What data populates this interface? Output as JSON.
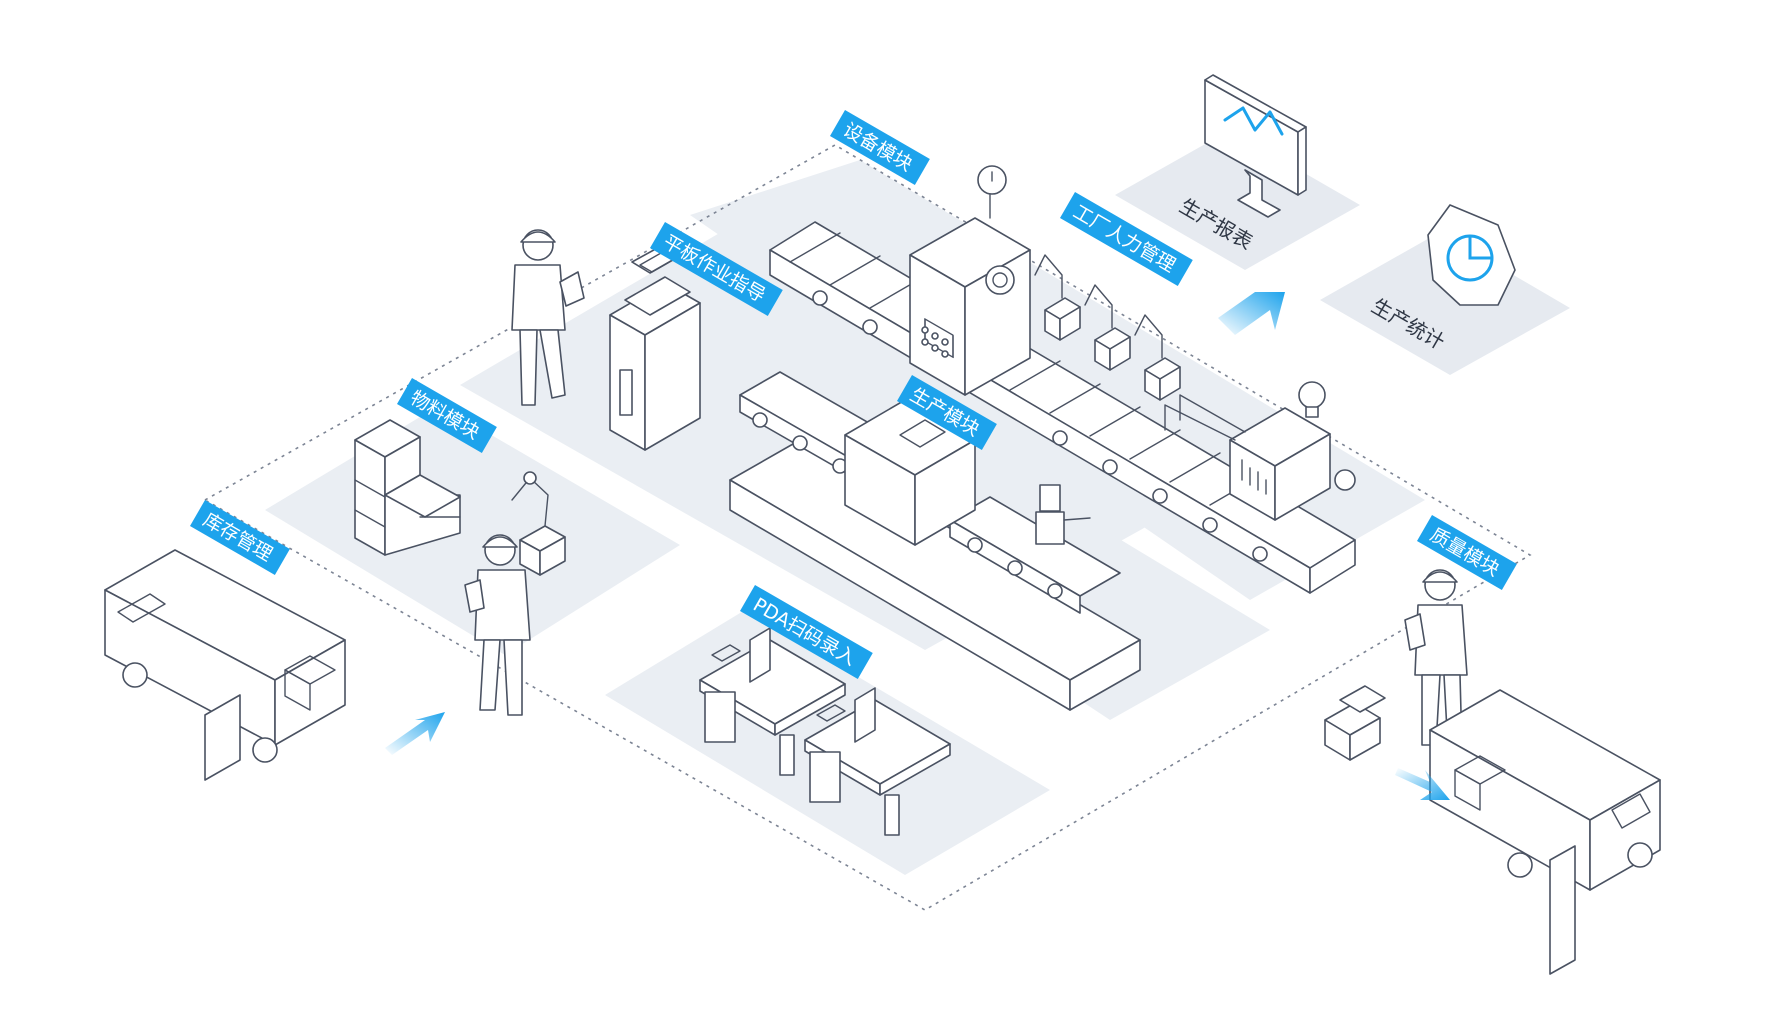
{
  "modules": {
    "equipment": "设备模块",
    "tablet": "平板作业指导",
    "labor": "工厂人力管理",
    "production": "生产模块",
    "material": "物料模块",
    "inventory": "库存管理",
    "pda": "PDA扫码录入",
    "quality": "质量模块"
  },
  "outputs": {
    "report": "生产报表",
    "statistics": "生产统计"
  },
  "colors": {
    "tag": "#1da3ec",
    "line": "#4a5262",
    "floor": "#eaeef3",
    "arrow": "#1da3ec"
  },
  "icons": [
    "monitor-icon",
    "pie-chart-icon",
    "bulb-icon",
    "bar-chart-icon",
    "clock-icon"
  ]
}
